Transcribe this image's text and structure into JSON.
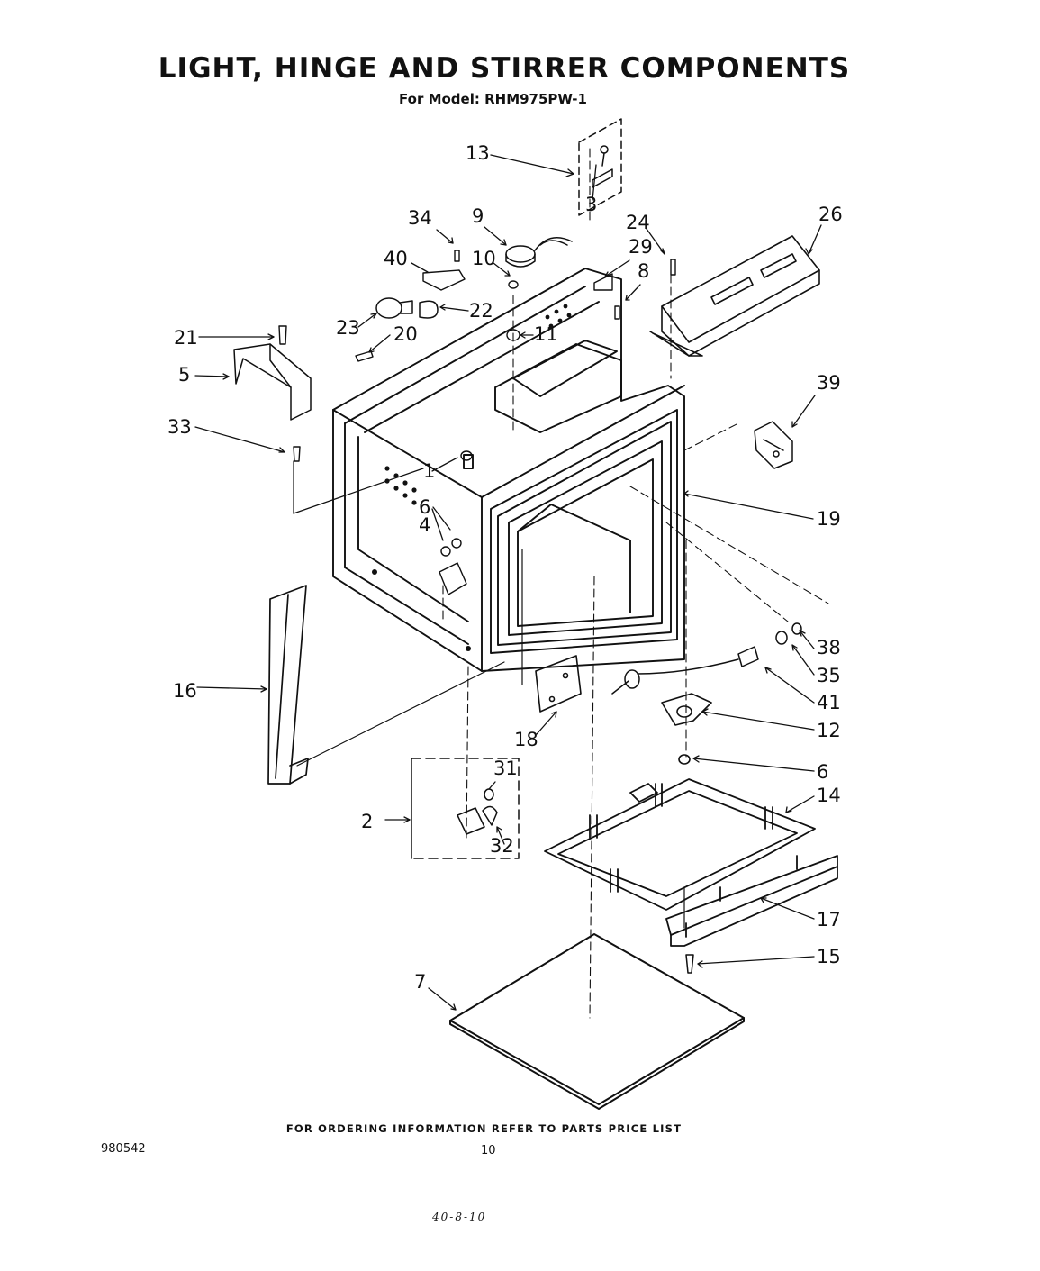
{
  "header": {
    "title": "LIGHT, HINGE AND STIRRER COMPONENTS",
    "subtitle": "For Model: RHM975PW-1"
  },
  "callouts": [
    "1",
    "2",
    "3",
    "4",
    "5",
    "6",
    "6",
    "7",
    "8",
    "9",
    "10",
    "11",
    "12",
    "13",
    "14",
    "15",
    "16",
    "17",
    "18",
    "19",
    "20",
    "21",
    "22",
    "23",
    "24",
    "26",
    "29",
    "31",
    "32",
    "33",
    "34",
    "35",
    "38",
    "39",
    "40",
    "41"
  ],
  "footer": {
    "note": "FOR ORDERING INFORMATION REFER TO PARTS PRICE LIST",
    "doc_number": "980542",
    "page_number": "10",
    "handwritten": "40-8-10"
  }
}
